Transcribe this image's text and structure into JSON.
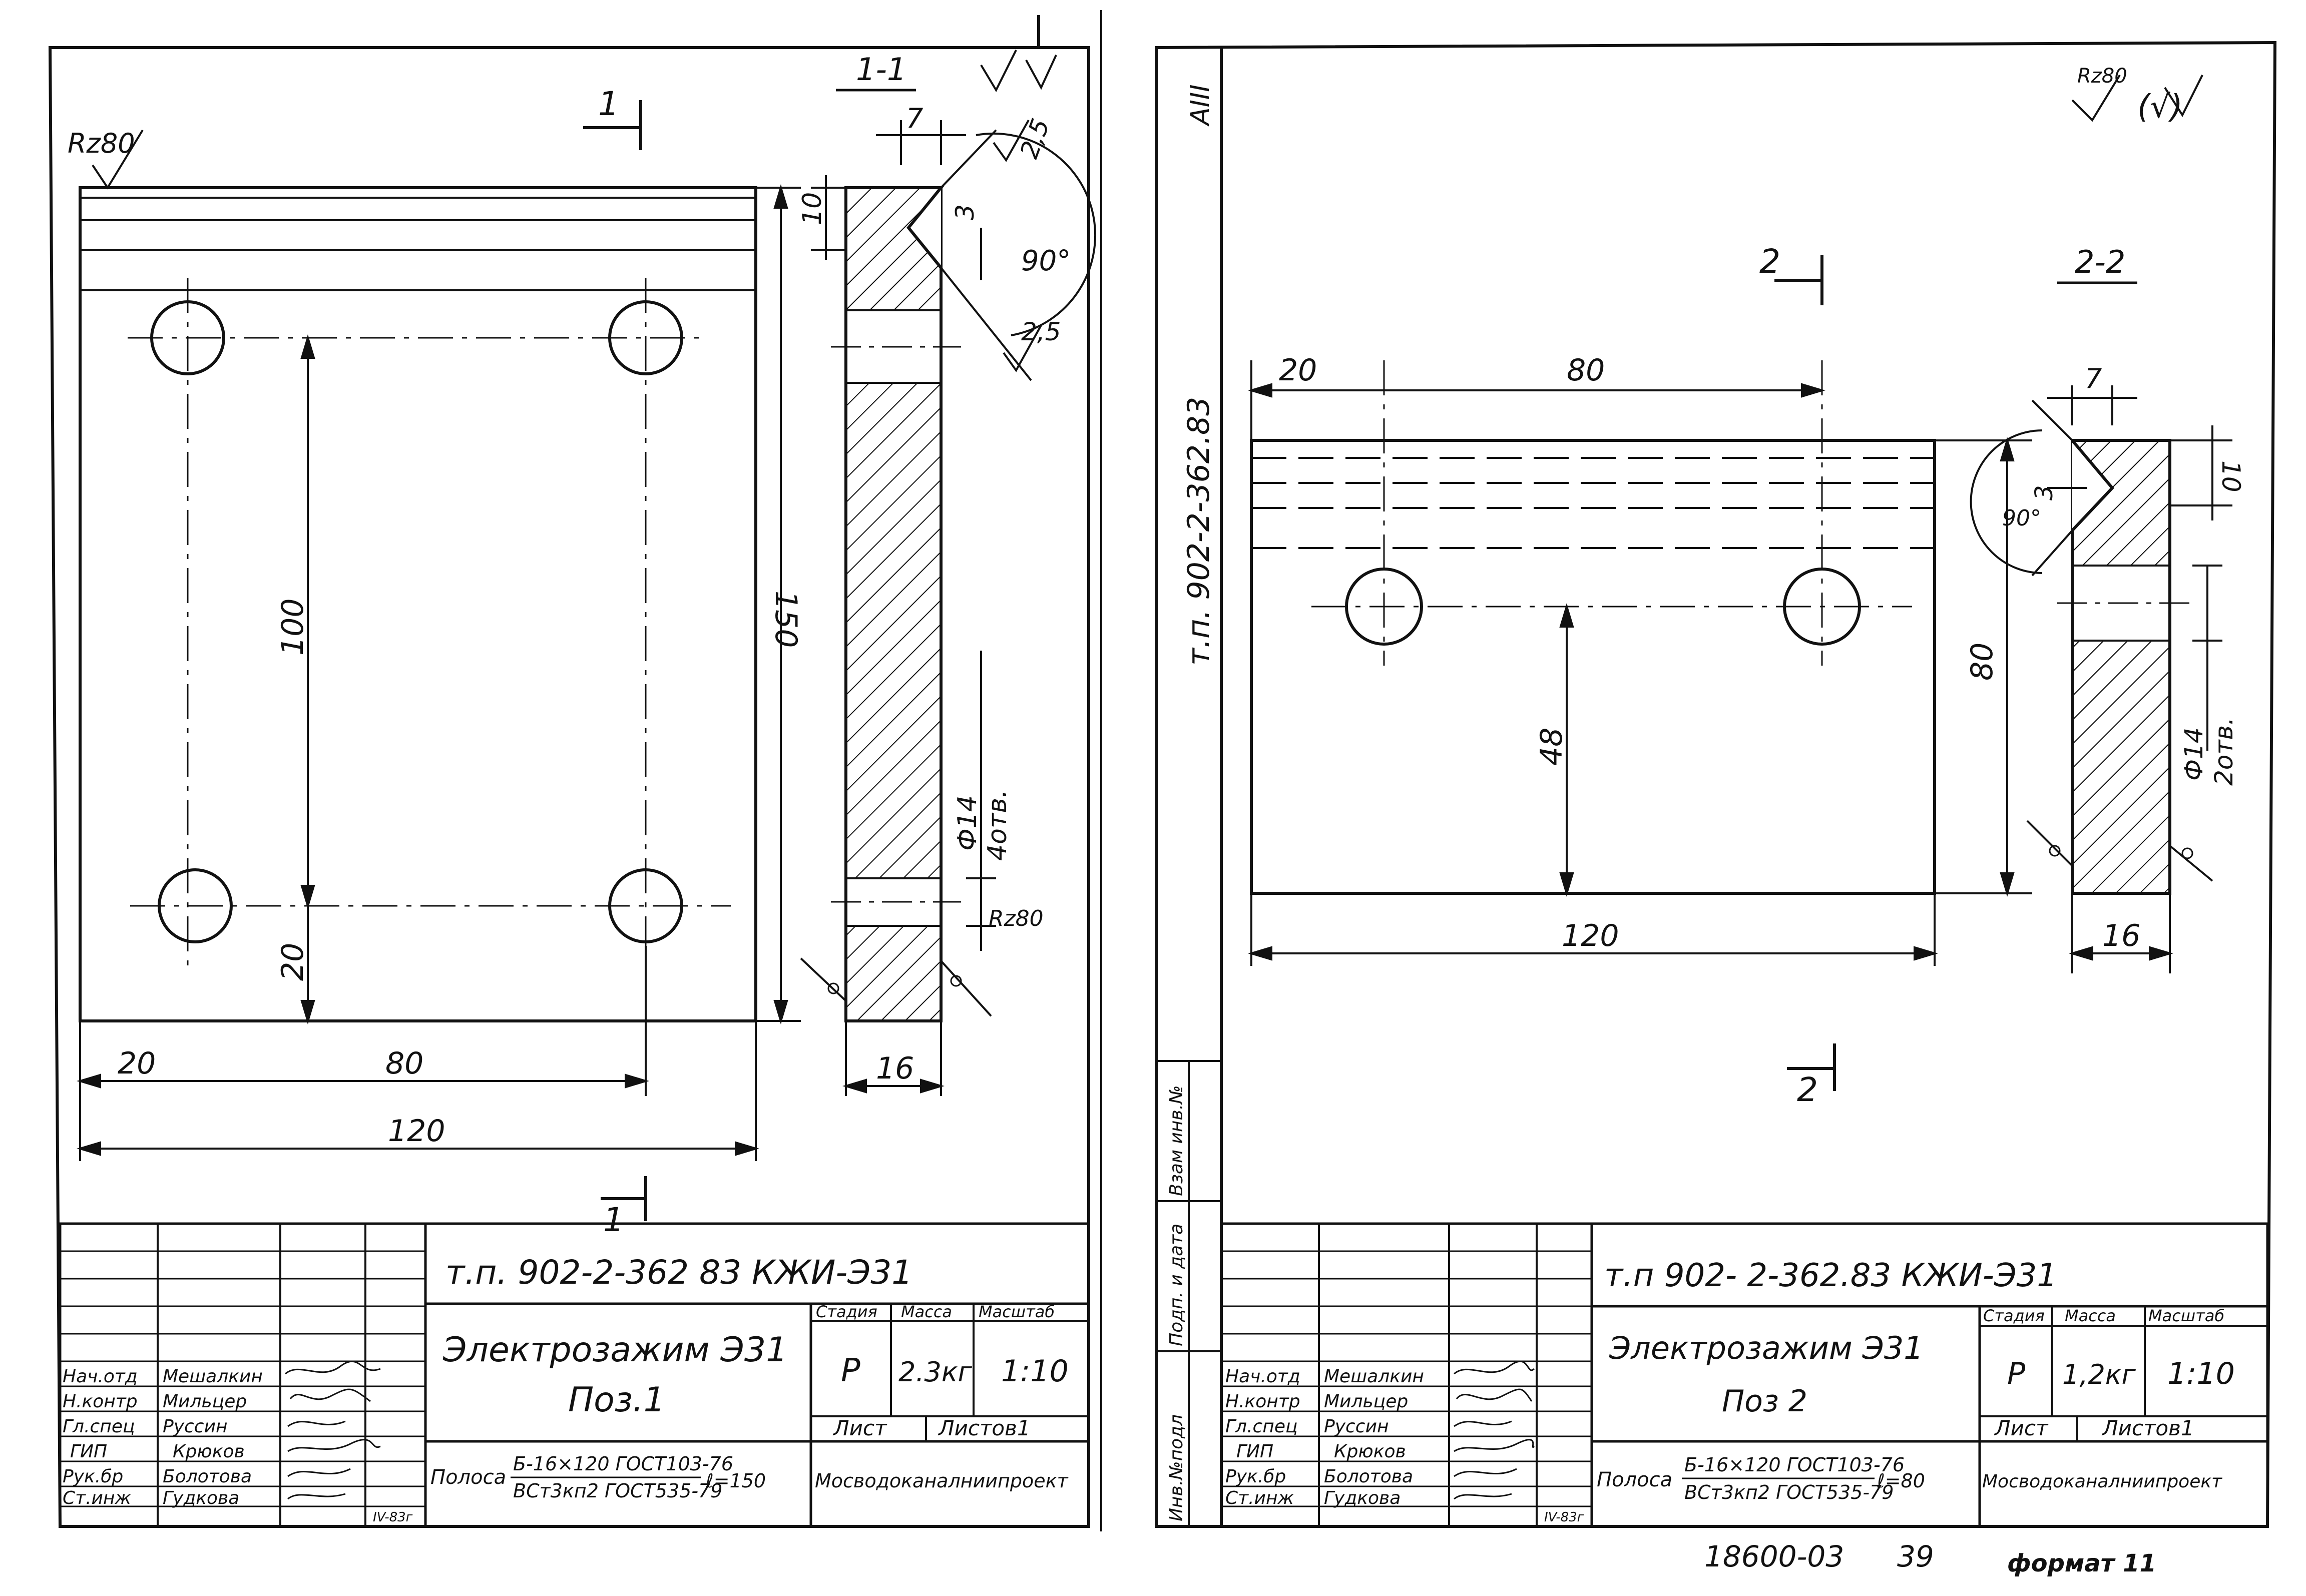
{
  "sheet_left": {
    "section_label": "1-1",
    "section_mark": "1",
    "roughness_corner": "Rz80",
    "roughness_hole": "Rz80",
    "dims": {
      "chamfer_width": "7",
      "chamfer_height": "10",
      "chamfer_depth": "3",
      "angle": "90°",
      "chamfer_top": "2,5",
      "chamfer_bottom": "2,5",
      "hole_spacing_v": "100",
      "hole_offset_bottom": "20",
      "total_height": "150",
      "hole_offset_left": "20",
      "hole_spacing_h": "80",
      "total_width": "120",
      "thickness": "16",
      "hole_note_1": "Ф14",
      "hole_note_2": "4отв."
    },
    "title_block": {
      "doc_code": "т.п. 902-2-362 83  КЖИ-Э31",
      "title": "Электрозажим  Э31",
      "position": "Поз.1",
      "hdr_stage": "Стадия",
      "hdr_mass": "Масса",
      "hdr_scale": "Масштаб",
      "stage": "Р",
      "mass": "2.3кг",
      "scale": "1:10",
      "sheet_label": "Лист",
      "sheets_label": "Листов1",
      "material_prefix": "Полоса",
      "material_top": "Б-16×120 ГОСТ103-76",
      "material_bottom": "ВСт3кп2 ГОСТ535-79",
      "material_length": "ℓ=150",
      "organization": "Мосводоканалниипроект",
      "date": "IV-83г",
      "roles": [
        "Нач.отд",
        "Н.контр",
        "Гл.спец",
        "ГИП",
        "Рук.бр",
        "Ст.инж"
      ],
      "names": [
        "Мешалкин",
        "Мильцер",
        "Руссин",
        "Крюков",
        "Болотова",
        "Гудкова"
      ]
    }
  },
  "sheet_right": {
    "section_label": "2-2",
    "section_mark": "2",
    "roughness_corner": "Rz80",
    "roughness_note": "(√)",
    "dims": {
      "hole_offset_left": "20",
      "hole_spacing_h": "80",
      "chamfer_width": "7",
      "chamfer_height": "10",
      "chamfer_depth": "3",
      "angle": "90°",
      "total_height": "80",
      "hole_offset_bottom": "48",
      "total_width": "120",
      "thickness": "16",
      "hole_note_1": "Ф14",
      "hole_note_2": "2отв."
    },
    "title_block": {
      "doc_code": "т.п 902- 2-362.83  КЖИ-Э31",
      "title": "Электрозажим  Э31",
      "position": "Поз 2",
      "hdr_stage": "Стадия",
      "hdr_mass": "Масса",
      "hdr_scale": "Масштаб",
      "stage": "Р",
      "mass": "1,2кг",
      "scale": "1:10",
      "sheet_label": "Лист",
      "sheets_label": "Листов1",
      "material_prefix": "Полоса",
      "material_top": "Б-16×120 ГОСТ103-76",
      "material_bottom": "ВСт3кп2 ГОСТ535-79",
      "material_length": "ℓ=80",
      "organization": "Мосводоканалниипроект",
      "date": "IV-83г",
      "roles": [
        "Нач.отд",
        "Н.контр",
        "Гл.спец",
        "ГИП",
        "Рук.бр",
        "Ст.инж"
      ],
      "names": [
        "Мешалкин",
        "Мильцер",
        "Руссин",
        "Крюков",
        "Болотова",
        "Гудкова"
      ]
    },
    "side_stamp": [
      "Инв.№подл",
      "Подп. и дата",
      "Взам инв.№"
    ],
    "album_mark": "АIII",
    "vertical_code": "т.п. 902-2-362.83"
  },
  "footer": {
    "doc_number": "18600-03",
    "page": "39",
    "format": "формат 11"
  }
}
